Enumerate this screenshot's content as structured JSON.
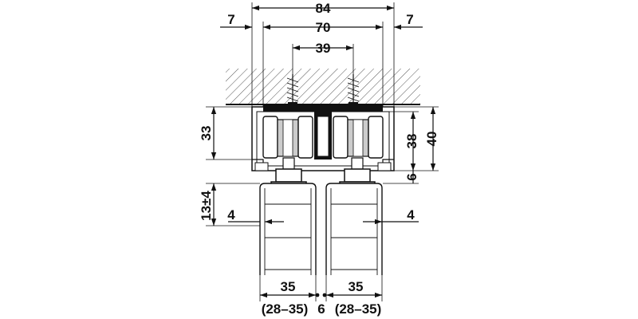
{
  "dimensions": {
    "overall_width": "84",
    "inner_width": "70",
    "screw_spacing": "39",
    "left_offset": "7",
    "right_offset": "7",
    "track_height": "33",
    "track_height_inner": "38",
    "total_height": "40",
    "gap_below_track": "6",
    "adjustment": "13±4",
    "left_clearance": "4",
    "right_clearance": "4",
    "door_thickness_left": "35",
    "door_thickness_left_range": "(28–35)",
    "door_gap": "6",
    "door_thickness_right": "35",
    "door_thickness_right_range": "(28–35)"
  }
}
